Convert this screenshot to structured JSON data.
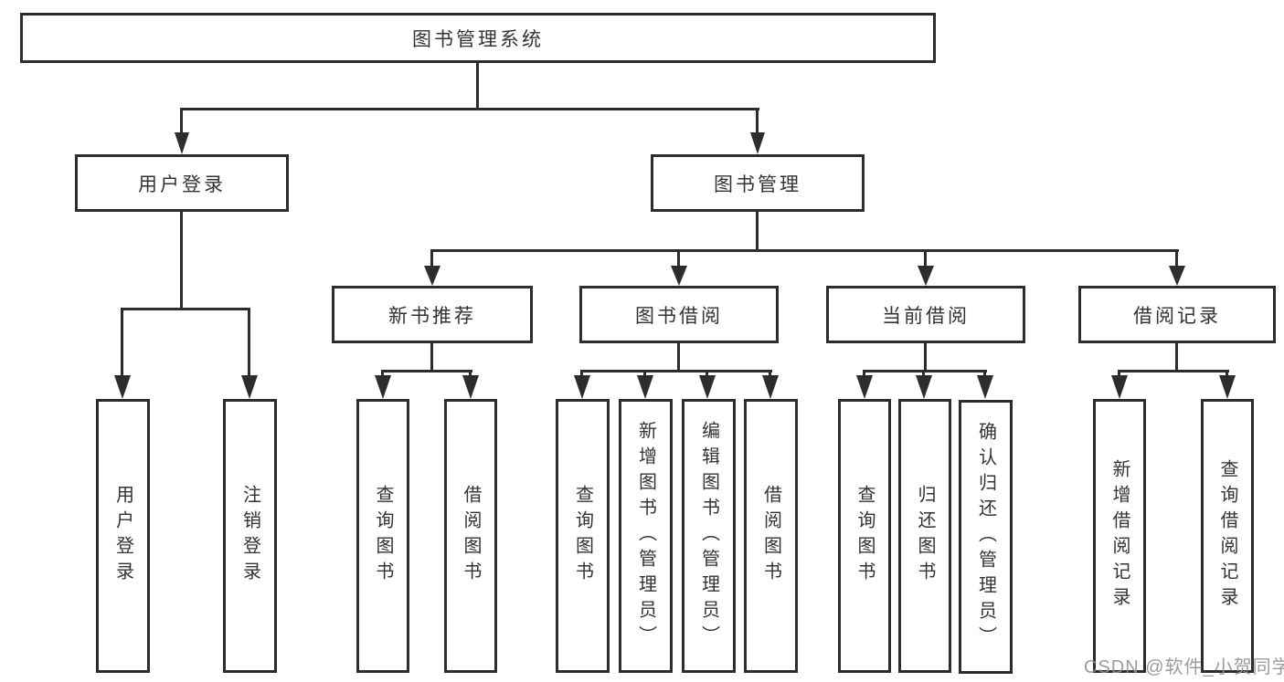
{
  "diagram": {
    "root": "图书管理系统",
    "level2": {
      "user_login": "用户登录",
      "book_management": "图书管理"
    },
    "level3": {
      "new_book": "新书推荐",
      "borrowing": "图书借阅",
      "current": "当前借阅",
      "records": "借阅记录"
    },
    "leaves": {
      "user_login": "用户登录",
      "logout": "注销登录",
      "query_books_newbook": "查询图书",
      "borrow_books_newbook": "借阅图书",
      "query_books_borrowing": "查询图书",
      "add_books_admin": "新增图书（管理员）",
      "edit_books_admin": "编辑图书（管理员）",
      "borrow_books_borrowing": "借阅图书",
      "query_books_current": "查询图书",
      "return_books": "归还图书",
      "confirm_return_admin": "确认归还（管理员）",
      "add_borrow_record": "新增借阅记录",
      "query_borrow_record": "查询借阅记录"
    },
    "watermark": "CSDN @软件_小贺同学"
  }
}
